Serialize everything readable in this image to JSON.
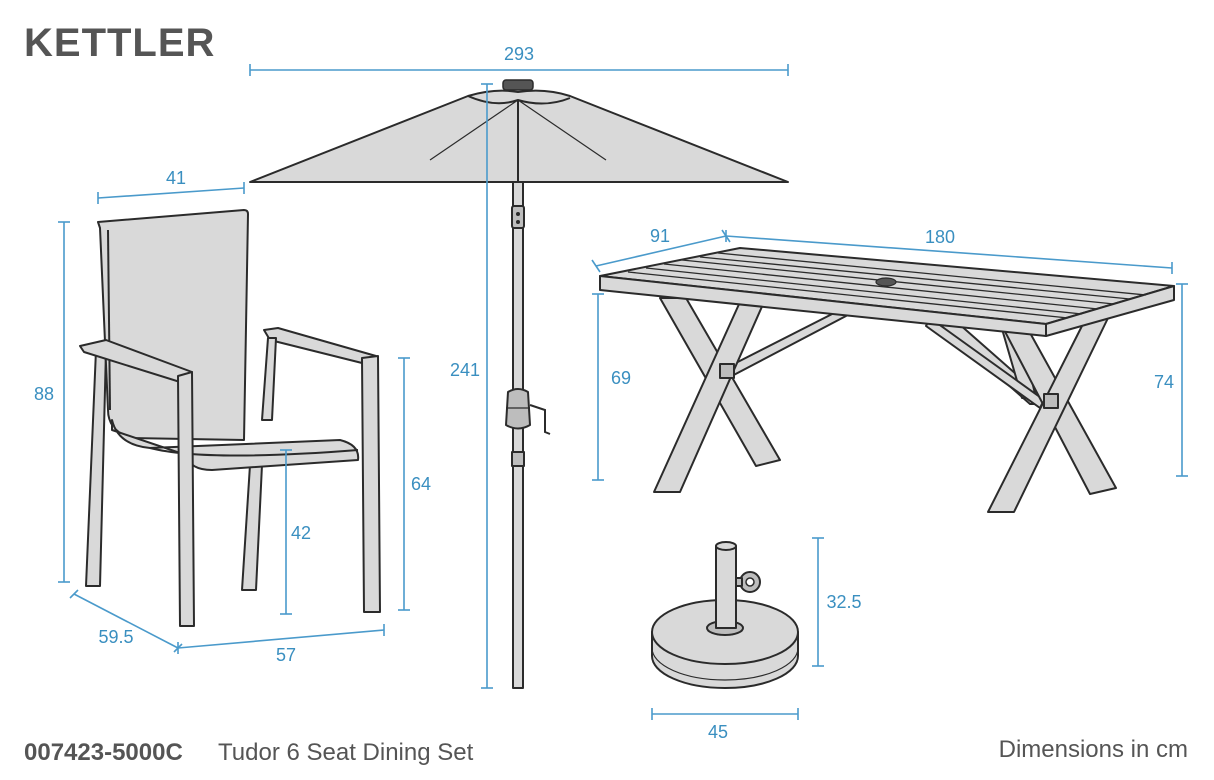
{
  "brand": "KETTLER",
  "product_code": "007423-5000C",
  "product_name": "Tudor 6 Seat Dining Set",
  "units_note": "Dimensions in cm",
  "dimensions": {
    "parasol_width": "293",
    "parasol_height": "241",
    "chair_width_top": "41",
    "chair_height": "88",
    "chair_arm_height": "64",
    "chair_seat_height": "42",
    "chair_depth": "59.5",
    "chair_width": "57",
    "table_width": "91",
    "table_length": "180",
    "table_height_left": "69",
    "table_height_right": "74",
    "base_height": "32.5",
    "base_diameter": "45"
  },
  "colors": {
    "dimension": "#3a8fc0",
    "outline": "#2b2b2b",
    "fill": "#d9d9d9"
  }
}
